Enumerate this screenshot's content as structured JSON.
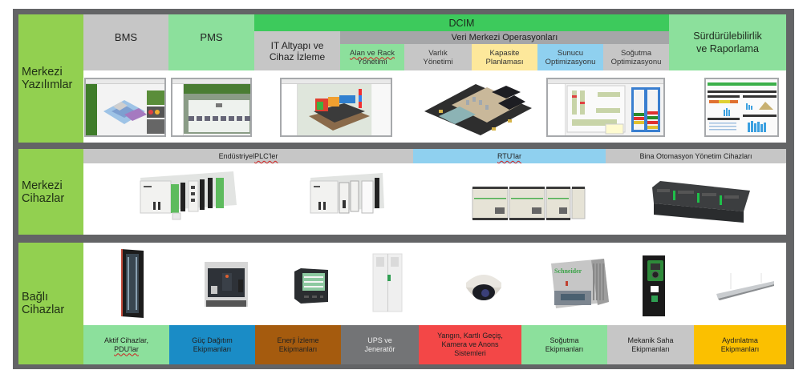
{
  "rows": [
    {
      "label_line1": "Merkezi",
      "label_line2": "Yazılımlar",
      "headers": {
        "bms": "BMS",
        "pms": "PMS",
        "dcim": "DCIM",
        "it_line1": "IT Altyapı ve",
        "it_line2": "Cihaz İzleme",
        "ops": "Veri Merkezi Operasyonları",
        "subs": [
          {
            "line1": "Alan ve Rack",
            "line2": "Yönetimi",
            "color": "#8ce09c"
          },
          {
            "line1": "Varlık",
            "line2": "Yönetimi",
            "color": "#c6c6c6"
          },
          {
            "line1": "Kapasite",
            "line2": "Planlaması",
            "color": "#fde89b"
          },
          {
            "line1": "Sunucu",
            "line2": "Optimizasyonu",
            "color": "#8fd0ef"
          },
          {
            "line1": "Soğutma",
            "line2": "Optimizasyonu",
            "color": "#c6c6c6"
          }
        ],
        "sustain_line1": "Sürdürülebilirlik",
        "sustain_line2": "ve Raporlama"
      },
      "thumbnails": [
        "bms-screenshot",
        "pms-screenshot",
        "it-monitoring-3d-screenshot",
        "data-center-floor-3d",
        "server-optimization-screenshot",
        "sustainability-dashboard-screenshot"
      ]
    },
    {
      "label_line1": "Merkezi",
      "label_line2": "Cihazlar",
      "bands": [
        {
          "pre": "Endüstriyel ",
          "squiggle": "PLC'ler",
          "color": "#c6c6c6"
        },
        {
          "pre": "",
          "squiggle": "RTU'lar",
          "color": "#8fd0ef"
        },
        {
          "pre": "Bina Otomasyon Yönetim Cihazları",
          "squiggle": "",
          "color": "#c6c6c6"
        }
      ],
      "devices": [
        "plc-rack-large",
        "plc-rack-small",
        "rtu-modules",
        "building-automation-controller"
      ]
    },
    {
      "label_line1": "Bağlı",
      "label_line2": "Cihazlar",
      "categories": [
        {
          "line1": "Aktif Cihazlar,",
          "line2": "PDU'lar",
          "line3": "",
          "color": "#8ce09c"
        },
        {
          "line1": "Güç Dağıtım",
          "line2": "Ekipmanları",
          "line3": "",
          "color": "#1a8cc6"
        },
        {
          "line1": "Enerji İzleme",
          "line2": "Ekipmanları",
          "line3": "",
          "color": "#a55b0e"
        },
        {
          "line1": "UPS ve",
          "line2": "Jeneratör",
          "line3": "",
          "color": "#737476"
        },
        {
          "line1": "Yangın, Kartlı Geçiş,",
          "line2": "Kamera ve Anons",
          "line3": "Sistemleri",
          "color": "#f34747"
        },
        {
          "line1": "Soğutma",
          "line2": "Ekipmanları",
          "line3": "",
          "color": "#8ce09c"
        },
        {
          "line1": "Mekanik Saha",
          "line2": "Ekipmanları",
          "line3": "",
          "color": "#c6c6c6"
        },
        {
          "line1": "Aydınlatma",
          "line2": "Ekipmanları",
          "line3": "",
          "color": "#fbc000"
        }
      ],
      "devices": [
        "server-rack",
        "circuit-breaker",
        "power-meter",
        "ups-cabinet",
        "dome-camera",
        "chiller-unit",
        "variable-speed-drive",
        "ceiling-light-fixture"
      ],
      "chiller_brand": "Schneider"
    }
  ],
  "colors": {
    "frame": "#636466",
    "row_label": "#92d050",
    "dcim": "#3dca5c",
    "light_green": "#8ce09c",
    "gray": "#c6c6c6"
  }
}
